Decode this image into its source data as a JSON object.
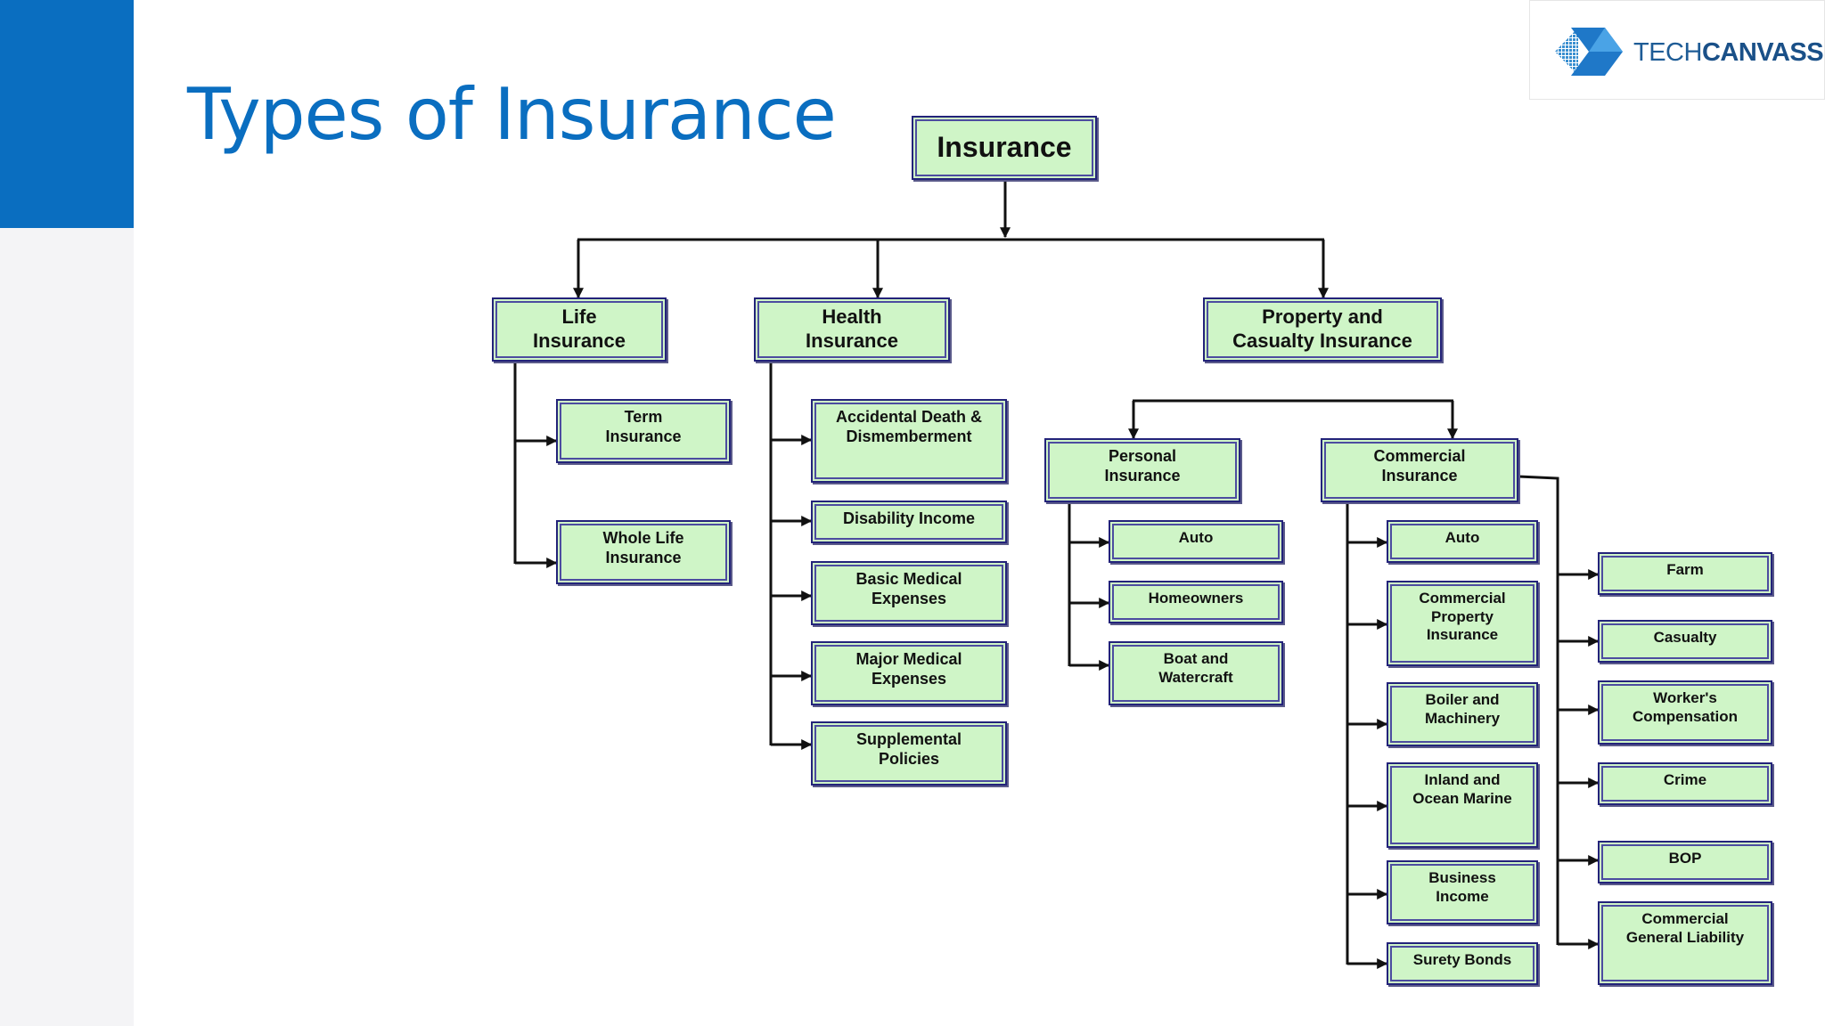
{
  "slide": {
    "title": "Types of Insurance",
    "logo": {
      "text_light": "TECH",
      "text_bold": "CANVASS"
    }
  },
  "diagram": {
    "root": "Insurance",
    "life": {
      "label": "Life\nInsurance",
      "children": [
        "Term\nInsurance",
        "Whole Life\nInsurance"
      ]
    },
    "health": {
      "label": "Health\nInsurance",
      "children": [
        "Accidental Death &\nDismemberment",
        "Disability Income",
        "Basic Medical\nExpenses",
        "Major Medical\nExpenses",
        "Supplemental\nPolicies"
      ]
    },
    "property": {
      "label": "Property and\nCasualty Insurance",
      "personal": {
        "label": "Personal\nInsurance",
        "children": [
          "Auto",
          "Homeowners",
          "Boat and\nWatercraft"
        ]
      },
      "commercial": {
        "label": "Commercial\nInsurance",
        "children": [
          "Auto",
          "Commercial\nProperty\nInsurance",
          "Boiler and\nMachinery",
          "Inland and\nOcean Marine",
          "Business\nIncome",
          "Surety Bonds"
        ],
        "more": [
          "Farm",
          "Casualty",
          "Worker's\nCompensation",
          "Crime",
          "BOP",
          "Commercial\nGeneral Liability"
        ]
      }
    }
  }
}
